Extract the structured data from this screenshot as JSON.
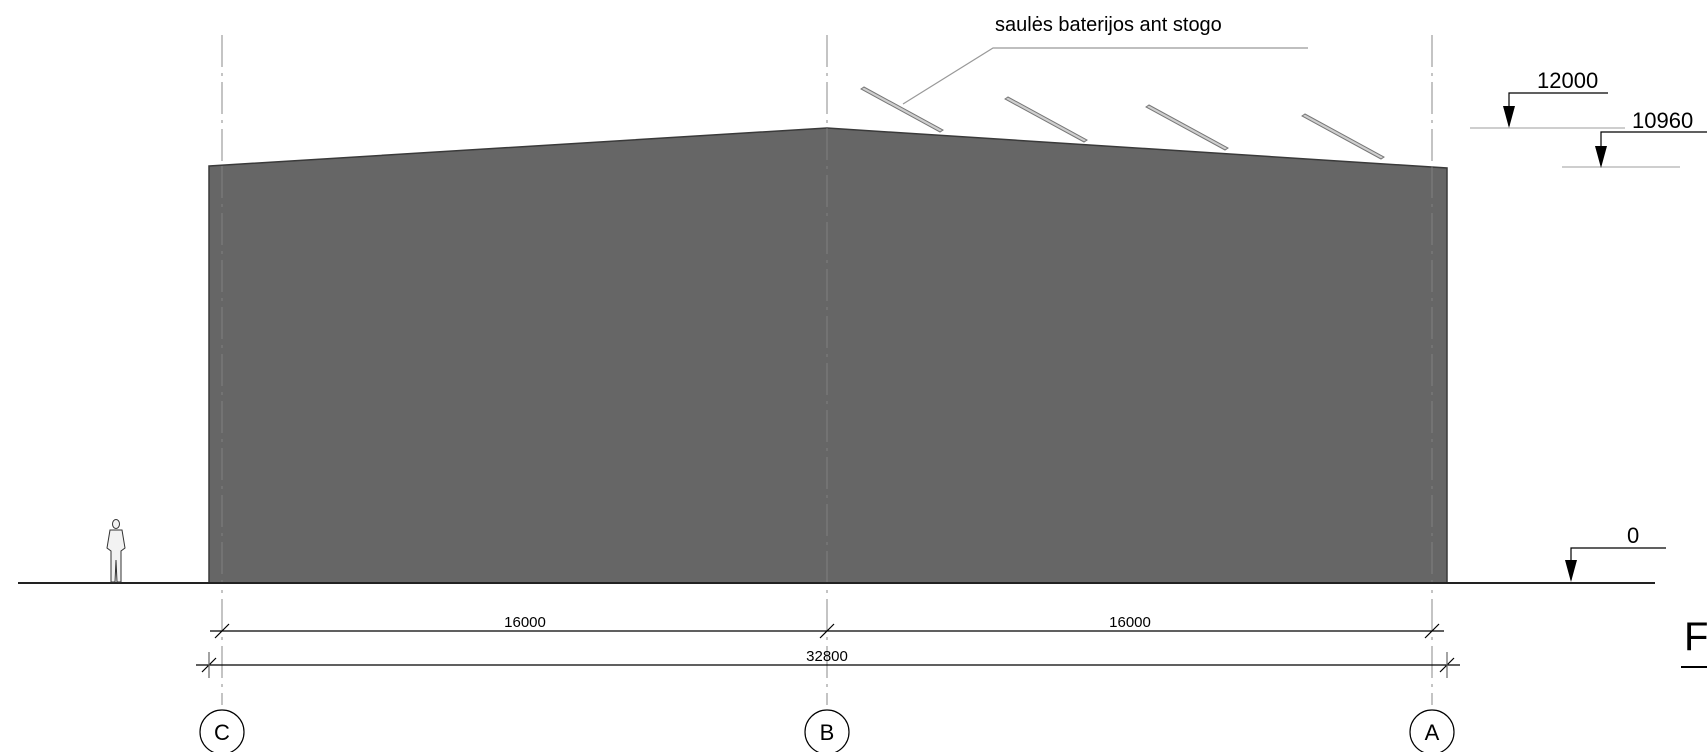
{
  "annotation": {
    "solar_note": "saulės baterijos ant stogo"
  },
  "levels": [
    {
      "id": "ridge",
      "label": "12000"
    },
    {
      "id": "eave",
      "label": "10960"
    },
    {
      "id": "ground",
      "label": "0"
    }
  ],
  "dimensions": {
    "span_c_b": "16000",
    "span_b_a": "16000",
    "overall": "32800"
  },
  "grid_axes": [
    "C",
    "B",
    "A"
  ],
  "title_fragment": "F",
  "colors": {
    "facade_fill": "#666666",
    "line": "#000000",
    "grid_line": "#8a8a8a",
    "level_line": "#bdbdbd",
    "panel": "#b0b0b0"
  }
}
